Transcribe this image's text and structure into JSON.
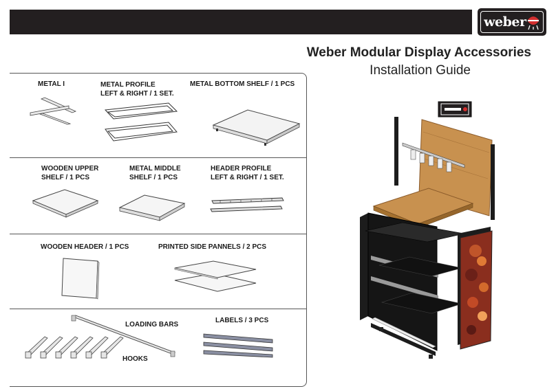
{
  "brand": {
    "logo_text": "weber"
  },
  "guide": {
    "title": "Weber Modular Display Accessories",
    "subtitle": "Installation Guide"
  },
  "parts": {
    "metal_i": "METAL I",
    "metal_profile": [
      "METAL PROFILE",
      "LEFT & RIGHT / 1 SET."
    ],
    "metal_bottom_shelf": "METAL BOTTOM SHELF / 1 PCS",
    "wooden_upper_shelf": [
      "WOODEN UPPER",
      "SHELF / 1 PCS"
    ],
    "metal_middle_shelf": [
      "METAL MIDDLE",
      "SHELF / 1 PCS"
    ],
    "header_profile": [
      "HEADER PROFILE",
      "LEFT & RIGHT / 1 SET."
    ],
    "wooden_header": "WOODEN HEADER / 1 PCS",
    "printed_side_pannels": "PRINTED SIDE PANNELS / 2 PCS",
    "loading_bars": "LOADING BARS",
    "labels": "LABELS / 3 PCS",
    "hooks": "HOOKS"
  },
  "colors": {
    "dark_bar": "#231f20",
    "wood": "#c8914f",
    "frame": "#1c1c1c",
    "accent_red": "#d32f2f"
  }
}
